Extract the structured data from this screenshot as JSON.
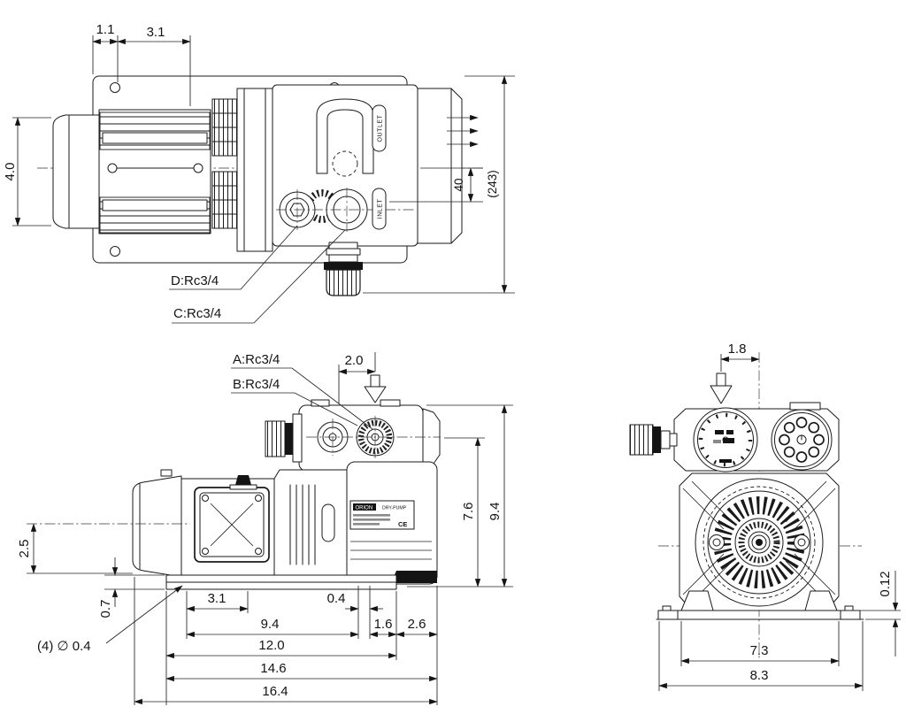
{
  "canvas": {
    "background": "#ffffff",
    "line_color": "#1a1a1a"
  },
  "top_view": {
    "dim_plate_edge": "1.1",
    "dim_hole_pitch": "3.1",
    "dim_motor_height": "4.0",
    "dim_inlet_offset": "40",
    "dim_overall_depth": "(243)",
    "port_d_label": "D:Rc3/4",
    "port_c_label": "C:Rc3/4",
    "embossed_outlet": "OUTLET",
    "embossed_inlet": "INLET"
  },
  "side_view": {
    "port_a_label": "A:Rc3/4",
    "port_b_label": "B:Rc3/4",
    "dim_port_offset": "2.0",
    "dim_height_upper": "7.6",
    "dim_height_overall": "9.4",
    "dim_axis_height": "2.5",
    "dim_base_height": "0.7",
    "dim_hole_span": "3.1",
    "dim_offset_small": "0.4",
    "dim_length_mid": "9.4",
    "dim_length_16": "1.6",
    "dim_length_26": "2.6",
    "dim_length_120": "12.0",
    "dim_length_146": "14.6",
    "dim_length_164": "16.4",
    "mount_hole_note": "(4) ∅ 0.4",
    "nameplate": {
      "brand": "ORION",
      "series": "DRY-PUMP",
      "ce_mark": "CE"
    }
  },
  "end_view": {
    "dim_port_offset": "1.8",
    "dim_foot_pitch": "7.3",
    "dim_overall_width": "8.3",
    "dim_foot_thickness": "0.12"
  }
}
